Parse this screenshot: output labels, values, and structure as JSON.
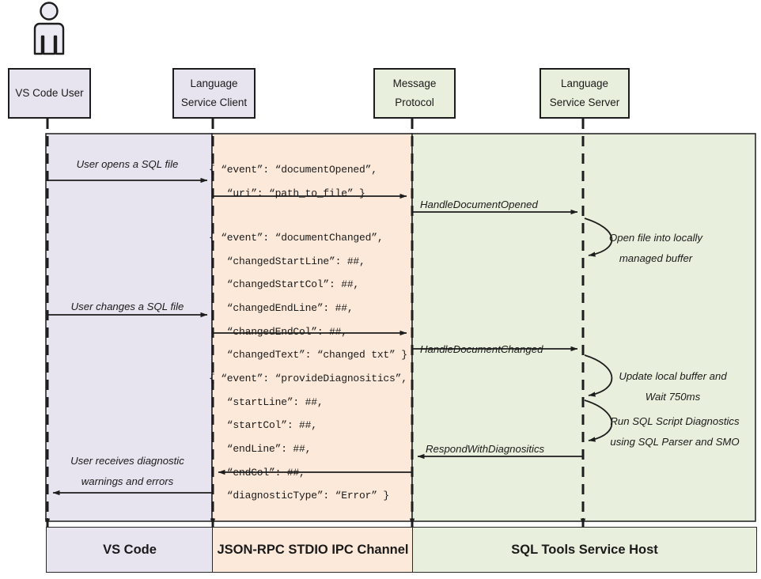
{
  "diagram": {
    "title": "SQL Tools Service sequence diagram",
    "colors": {
      "vscode_band": "#e7e4ef",
      "ipc_band": "#fce9da",
      "service_band": "#e8efdc",
      "stroke": "#1d1d1d"
    },
    "actor": {
      "icon": "person-icon",
      "name": "VS Code User"
    },
    "lifelines": [
      {
        "id": "vscode-user",
        "line1": "VS Code User",
        "line2": "",
        "tone": "purple"
      },
      {
        "id": "language-service-client",
        "line1": "Language",
        "line2": "Service Client",
        "tone": "purple"
      },
      {
        "id": "message-protocol",
        "line1": "Message",
        "line2": "Protocol",
        "tone": "green"
      },
      {
        "id": "language-service-server",
        "line1": "Language",
        "line2": "Service Server",
        "tone": "green"
      }
    ],
    "messages": [
      {
        "id": "user-opens-file",
        "text": "User opens a SQL file"
      },
      {
        "id": "user-changes-file",
        "text": "User changes a SQL file"
      },
      {
        "id": "user-receives-diagnostics-l1",
        "text": "User receives diagnostic"
      },
      {
        "id": "user-receives-diagnostics-l2",
        "text": "warnings and errors"
      },
      {
        "id": "handle-document-opened",
        "text": "HandleDocumentOpened"
      },
      {
        "id": "handle-document-changed",
        "text": "HandleDocumentChanged"
      },
      {
        "id": "respond-with-diagnositics",
        "text": "RespondWithDiagnositics"
      }
    ],
    "payloads": [
      {
        "id": "document-opened-payload",
        "lines": [
          "{ “event”: “documentOpened”,",
          "   “uri”: “path_to_file” }"
        ]
      },
      {
        "id": "document-changed-payload",
        "lines": [
          "{ “event”: “documentChanged”,",
          "   “changedStartLine”: ##,",
          "   “changedStartCol”: ##,",
          "   “changedEndLine”: ##,",
          "   “changedEndCol”: ##,",
          "   “changedText”: “changed txt” }"
        ]
      },
      {
        "id": "provide-diagnositics-payload",
        "lines": [
          "{ “event”: “provideDiagnositics”,",
          "   “startLine”: ##,",
          "   “startCol”: ##,",
          "   “endLine”: ##,",
          "   “endCol”: ##,",
          "   “diagnosticType”: “Error” }"
        ]
      }
    ],
    "self_notes": [
      {
        "id": "open-file-note",
        "l1": "Open file into locally",
        "l2": "managed buffer"
      },
      {
        "id": "update-buffer-note",
        "l1": "Update local buffer and",
        "l2": "Wait 750ms"
      },
      {
        "id": "run-diagnostics-note",
        "l1": "Run SQL Script Diagnostics",
        "l2": "using SQL Parser and SMO"
      }
    ],
    "footer": [
      {
        "id": "footer-vs-code",
        "label": "VS Code",
        "tone": "purple"
      },
      {
        "id": "footer-ipc",
        "label": "JSON-RPC STDIO IPC Channel",
        "tone": "orange"
      },
      {
        "id": "footer-host",
        "label": "SQL Tools Service Host",
        "tone": "green"
      }
    ]
  }
}
